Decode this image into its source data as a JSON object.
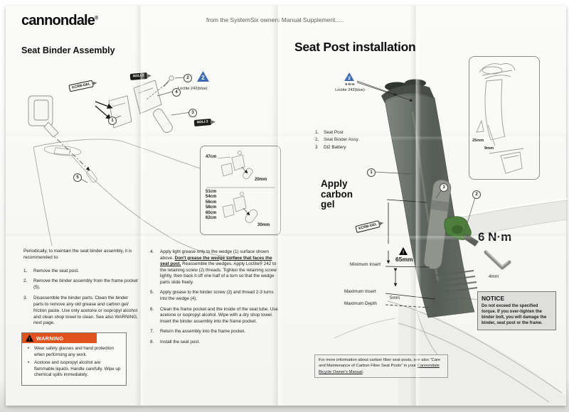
{
  "header": {
    "brand": "cannondale",
    "reg": "®",
    "source": "from the SystemSix owners Manual Supplement....."
  },
  "icons": {
    "warn_mark": "!"
  },
  "colors": {
    "warning_orange": "#e2521d",
    "loctite_blue": "#3e6cb0",
    "notice_gray": "#dededc",
    "paper": "#f7f7f4",
    "battery_green": "#4d7e3b"
  },
  "binder": {
    "title": "Seat Binder Assembly",
    "tubes": {
      "ngli2": "NGLI-2",
      "kcrb": "KCRB-GEL"
    },
    "loctite": "Loctite 242(blue)",
    "tri_num": "2",
    "callouts": [
      "1",
      "2",
      "3",
      "4",
      "5"
    ],
    "size_chart": {
      "top_size": "47cm",
      "top_wedge": "20mm",
      "sizes": [
        "51cm",
        "54cm",
        "56cm",
        "58cm",
        "60cm",
        "62cm"
      ],
      "bottom_wedge": "30mm"
    },
    "intro": "Periodically,  to maintain the seat binder assembly, it is recommended to:",
    "steps_a": [
      {
        "n": "1.",
        "t": "Remove the seat post."
      },
      {
        "n": "2.",
        "t": "Remove the binder assembly from the frame pocket (5)."
      },
      {
        "n": "3.",
        "t": "Disassemble the binder parts.  Clean the binder parts to remove any old grease and  carbon gel/ friction paste.  Use only acetone or isopropyl alcohol and clean shop towel to clean.   See also WARNING, next page."
      }
    ],
    "steps_b": [
      {
        "n": "4.",
        "pre": "Apply light grease only to the wedge (1) surface shown above.  ",
        "bold": "Don't grease the wedge surface that faces the seat post.",
        "post": "  Reassemble the wedges.  Apply Loctite® 242 to the retaining screw (2) threads. Tighten the retaining screw lightly, then back it off one half of a turn so that the wedge parts slide freely."
      },
      {
        "n": "5.",
        "t": "Apply grease to the binder screw (3) and thread 2-3 turns into the wedge (4)."
      },
      {
        "n": "6.",
        "t": "Clean the frame pocket  and the inside of the seat tube.  Use acetone or isopropyl alcohol.  Wipe with a dry shop towel.  Insert the binder assembly into the frame pocket."
      },
      {
        "n": "7.",
        "t": "Return the assembly into the frame pocket."
      },
      {
        "n": "8.",
        "t": "Install the seat post."
      }
    ],
    "warning": {
      "title": "WARNING",
      "bullets": [
        "Wear safety glasses and hand protection when performing any work.",
        "Acetone and isopropyl alcohol are flammable liquids. Handle carefully. Wipe up chemical spills immediately."
      ]
    }
  },
  "install": {
    "title": "Seat Post installation",
    "tri_num": "2",
    "torque_small": "6 N·m",
    "loctite": "Loctite 242(blue)",
    "legend": [
      {
        "n": "1.",
        "t": "Seat Post"
      },
      {
        "n": "2.",
        "t": "Seat Binder Assy."
      },
      {
        "n": "3",
        "t": "Di2 Battery"
      }
    ],
    "gel_heading": "Apply carbon gel",
    "kcrb": "KCRB-GEL",
    "callout1": "1",
    "callout2": "2",
    "callout3": "3",
    "warn65": "65mm",
    "min_insert": "Minimum Insert",
    "max_insert": "Maximum  Insert",
    "max_insert_val": "5mm",
    "max_depth": "Maximum Depth",
    "post_dim_a": "25mm",
    "post_dim_b": "9mm",
    "torque_big": "6 N·m",
    "wrench": "4mm",
    "notice": {
      "title": "NOTICE",
      "body": "Do not exceed the specified torque.  If you over-tighten the binder bolt,  you will damage the binder, seat post or the frame."
    },
    "footer": {
      "pre": "For more information about carbon fiber seat posts, see also “Care and Maintenance of Carbon Fiber Seat Posts” in your ",
      "link": "Cannondale Bicycle Owner's Manual",
      "post": "."
    }
  }
}
